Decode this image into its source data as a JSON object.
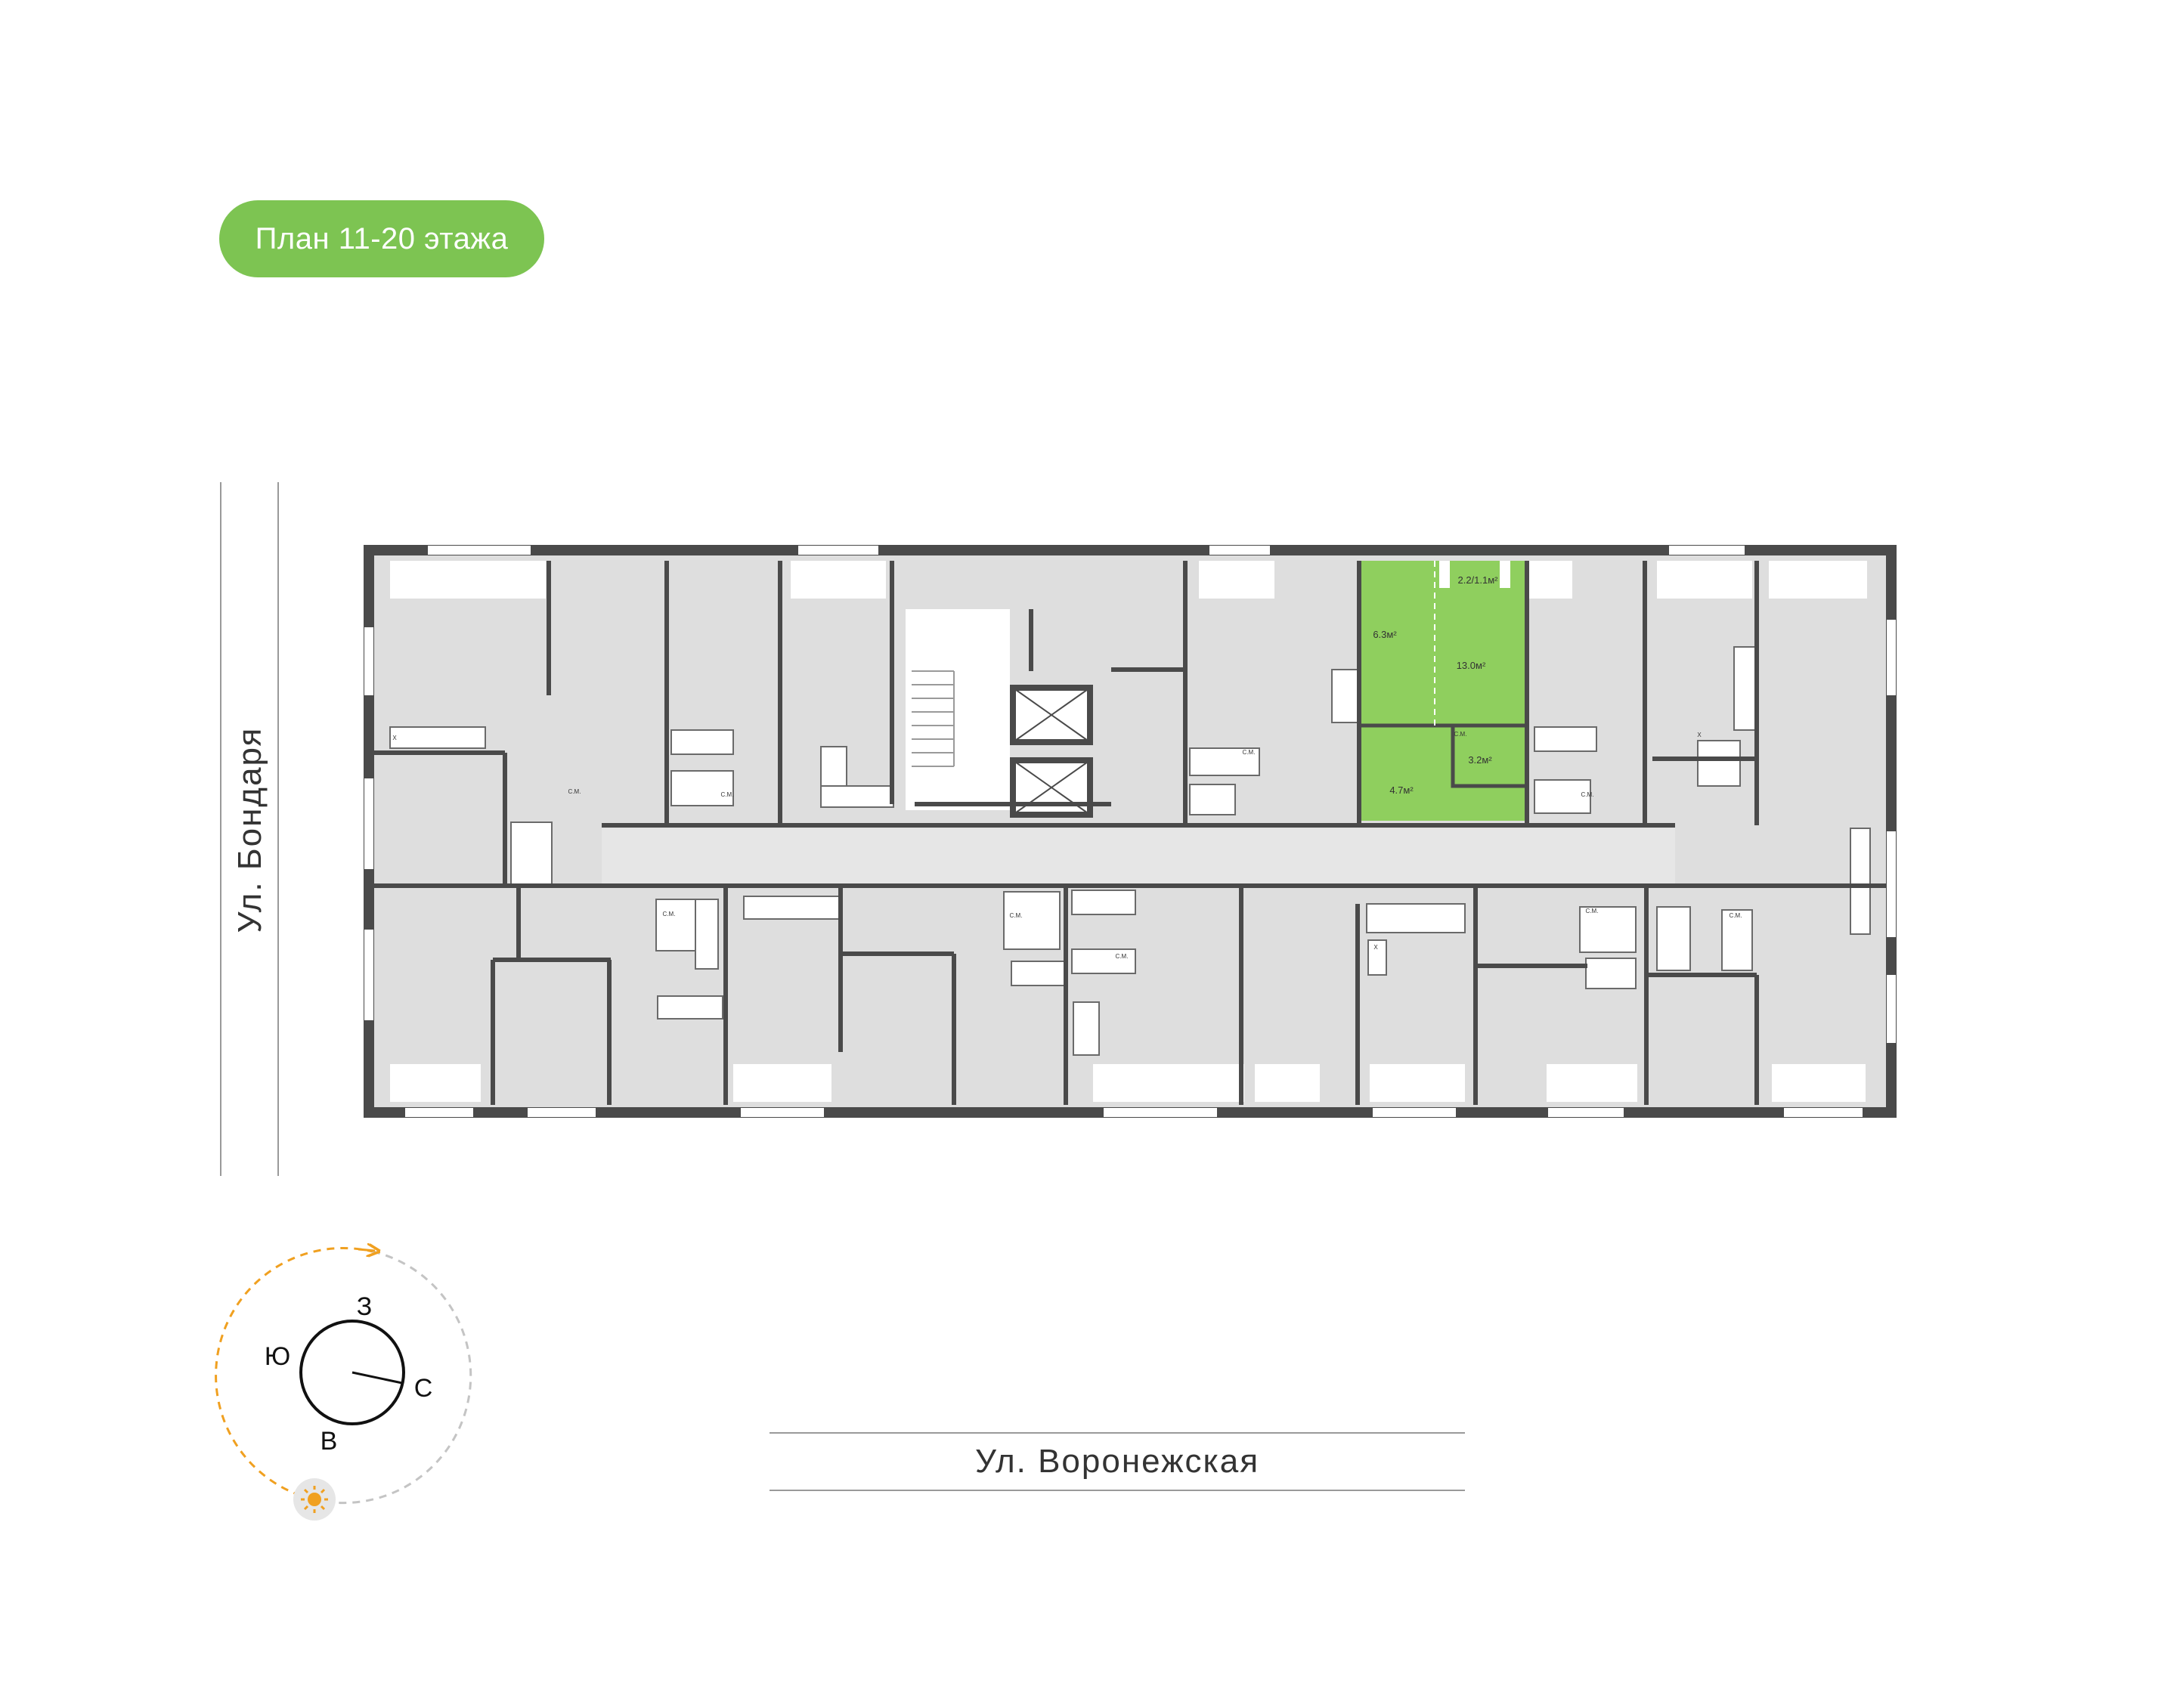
{
  "header": {
    "title": "План 11-20 этажа"
  },
  "streets": {
    "west": "Ул. Бондаря",
    "south": "Ул. Воронежская"
  },
  "compass": {
    "n": "С",
    "s": "Ю",
    "w": "З",
    "e": "В"
  },
  "highlighted_apartment": {
    "areas": [
      "2.2/1.1м²",
      "6.3м²",
      "13.0м²",
      "3.2м²",
      "4.7м²"
    ]
  },
  "fixture_labels": {
    "washer": "С.М.",
    "fridge": "Х"
  },
  "colors": {
    "wall": "#4a4a4a",
    "room": "#dedede",
    "highlight": "#8fcf5e",
    "accent": "#7dc452",
    "sun_path": "#f0a020"
  },
  "icons": [
    "sun-icon",
    "compass-icon"
  ]
}
